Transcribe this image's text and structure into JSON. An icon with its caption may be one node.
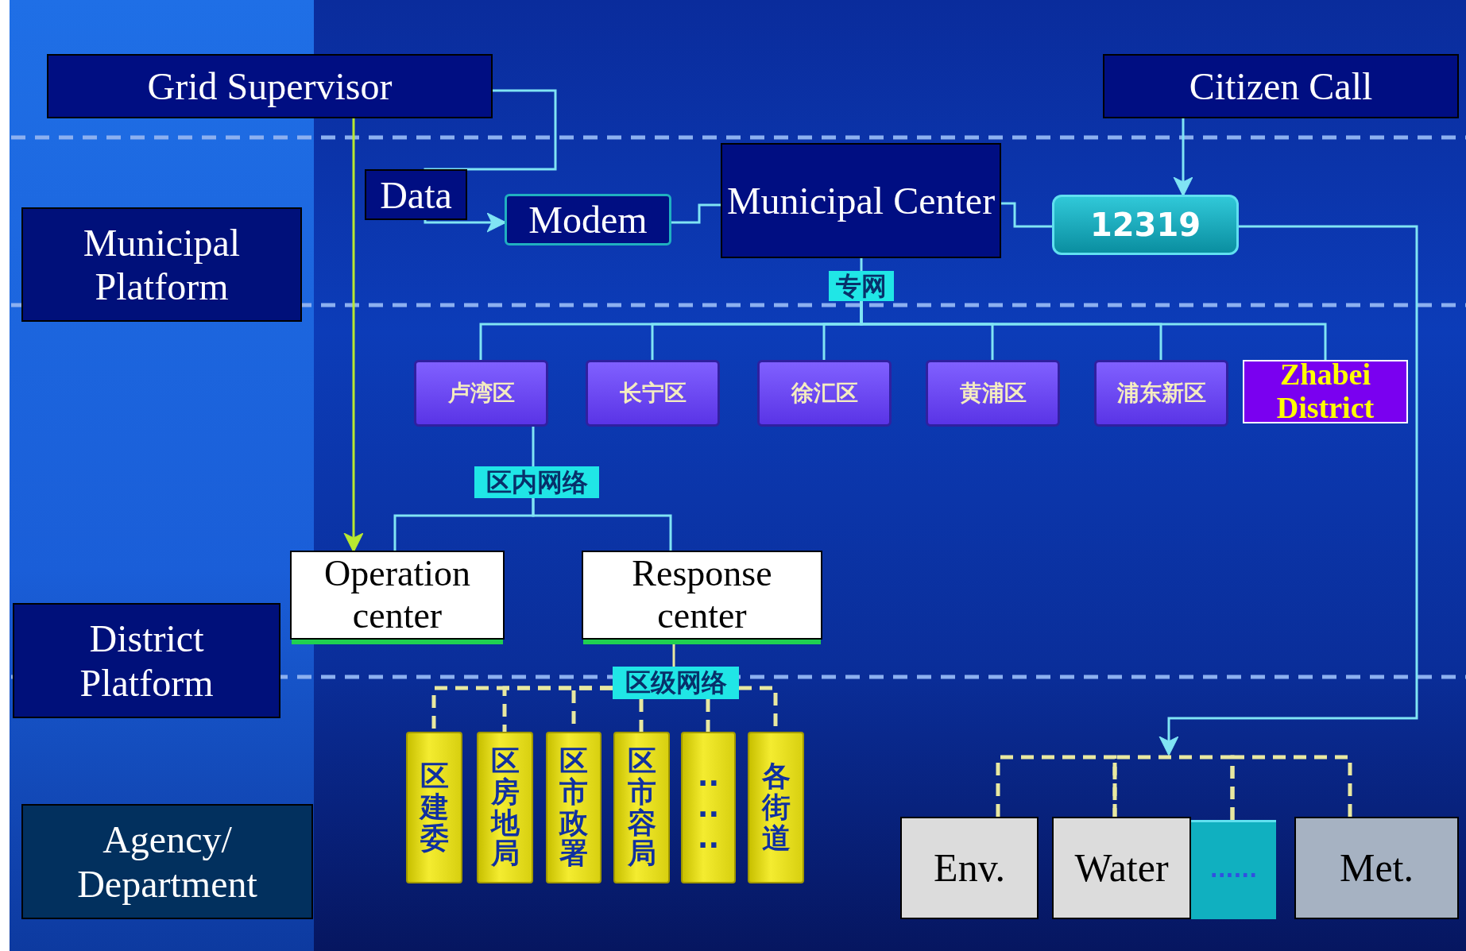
{
  "diagram": {
    "nodes": [
      {
        "text": [
          "Grid Supervisor"
        ]
      },
      {
        "text": [
          "Citizen Call"
        ]
      },
      {
        "text": [
          "Municipal Platform"
        ]
      },
      {
        "text": [
          "Modem"
        ]
      },
      {
        "text": [
          "Municipal Center"
        ]
      },
      {
        "text": [
          "12319"
        ]
      },
      {
        "text": [
          "专网"
        ]
      },
      {
        "text": [
          "卢湾区"
        ]
      },
      {
        "text": [
          "长宁区"
        ]
      },
      {
        "text": [
          "徐汇区"
        ]
      },
      {
        "text": [
          "黄浦区"
        ]
      },
      {
        "text": [
          "浦东新区"
        ]
      },
      {
        "text": [
          "Zhabei District"
        ]
      },
      {
        "text": [
          "区内网络"
        ]
      },
      {
        "text": [
          "Operation center"
        ]
      },
      {
        "text": [
          "Response center"
        ]
      },
      {
        "text": [
          "District Platform"
        ]
      },
      {
        "text": [
          "区级网络"
        ]
      },
      {
        "text": [
          "区建委"
        ]
      },
      {
        "text": [
          "区房地局"
        ]
      },
      {
        "text": [
          "区市政署"
        ]
      },
      {
        "text": [
          "区市容局"
        ]
      },
      {
        "text": [
          "......"
        ]
      },
      {
        "text": [
          "各街道"
        ]
      },
      {
        "text": [
          "Agency/ Department"
        ]
      },
      {
        "text": [
          "Env."
        ]
      },
      {
        "text": [
          "Water"
        ]
      },
      {
        "text": [
          "......"
        ]
      },
      {
        "text": [
          "Met."
        ]
      }
    ],
    "edges": [
      {
        "from": 0,
        "to": 14,
        "arrow": "to",
        "color": "#b8e830"
      },
      {
        "from": 0,
        "to": 3,
        "arrow": "to",
        "label": "Data"
      },
      {
        "from": 3,
        "to": 4,
        "arrow": "none"
      },
      {
        "from": 4,
        "to": 5,
        "arrow": "none"
      },
      {
        "from": 1,
        "to": 5,
        "arrow": "to"
      },
      {
        "from": 4,
        "to": 6,
        "arrow": "none"
      },
      {
        "from": 6,
        "to": 7,
        "arrow": "none"
      },
      {
        "from": 6,
        "to": 8,
        "arrow": "none"
      },
      {
        "from": 6,
        "to": 9,
        "arrow": "none"
      },
      {
        "from": 6,
        "to": 10,
        "arrow": "none"
      },
      {
        "from": 6,
        "to": 11,
        "arrow": "none"
      },
      {
        "from": 6,
        "to": 12,
        "arrow": "none"
      },
      {
        "from": 7,
        "to": 13,
        "arrow": "none"
      },
      {
        "from": 13,
        "to": 14,
        "arrow": "none"
      },
      {
        "from": 13,
        "to": 15,
        "arrow": "none"
      },
      {
        "from": 15,
        "to": 17,
        "arrow": "none",
        "color": "#e8e8a0"
      },
      {
        "from": 17,
        "to": 18,
        "arrow": "none",
        "style": "dashed",
        "color": "#e8e8a0"
      },
      {
        "from": 17,
        "to": 19,
        "arrow": "none",
        "style": "dashed",
        "color": "#e8e8a0"
      },
      {
        "from": 17,
        "to": 20,
        "arrow": "none",
        "style": "dashed",
        "color": "#e8e8a0"
      },
      {
        "from": 17,
        "to": 21,
        "arrow": "none",
        "style": "dashed",
        "color": "#e8e8a0"
      },
      {
        "from": 17,
        "to": 22,
        "arrow": "none",
        "style": "dashed",
        "color": "#e8e8a0"
      },
      {
        "from": 17,
        "to": 23,
        "arrow": "none",
        "style": "dashed",
        "color": "#e8e8a0"
      },
      {
        "from": 5,
        "to": null,
        "arrow": "to"
      },
      {
        "from": 25,
        "to": 26,
        "arrow": "none",
        "style": "dashed",
        "color": "#e8e8a0"
      },
      {
        "from": 26,
        "to": 27,
        "arrow": "none",
        "style": "dashed",
        "color": "#e8e8a0"
      },
      {
        "from": 27,
        "to": 28,
        "arrow": "none",
        "style": "dashed",
        "color": "#e8e8a0"
      }
    ]
  }
}
